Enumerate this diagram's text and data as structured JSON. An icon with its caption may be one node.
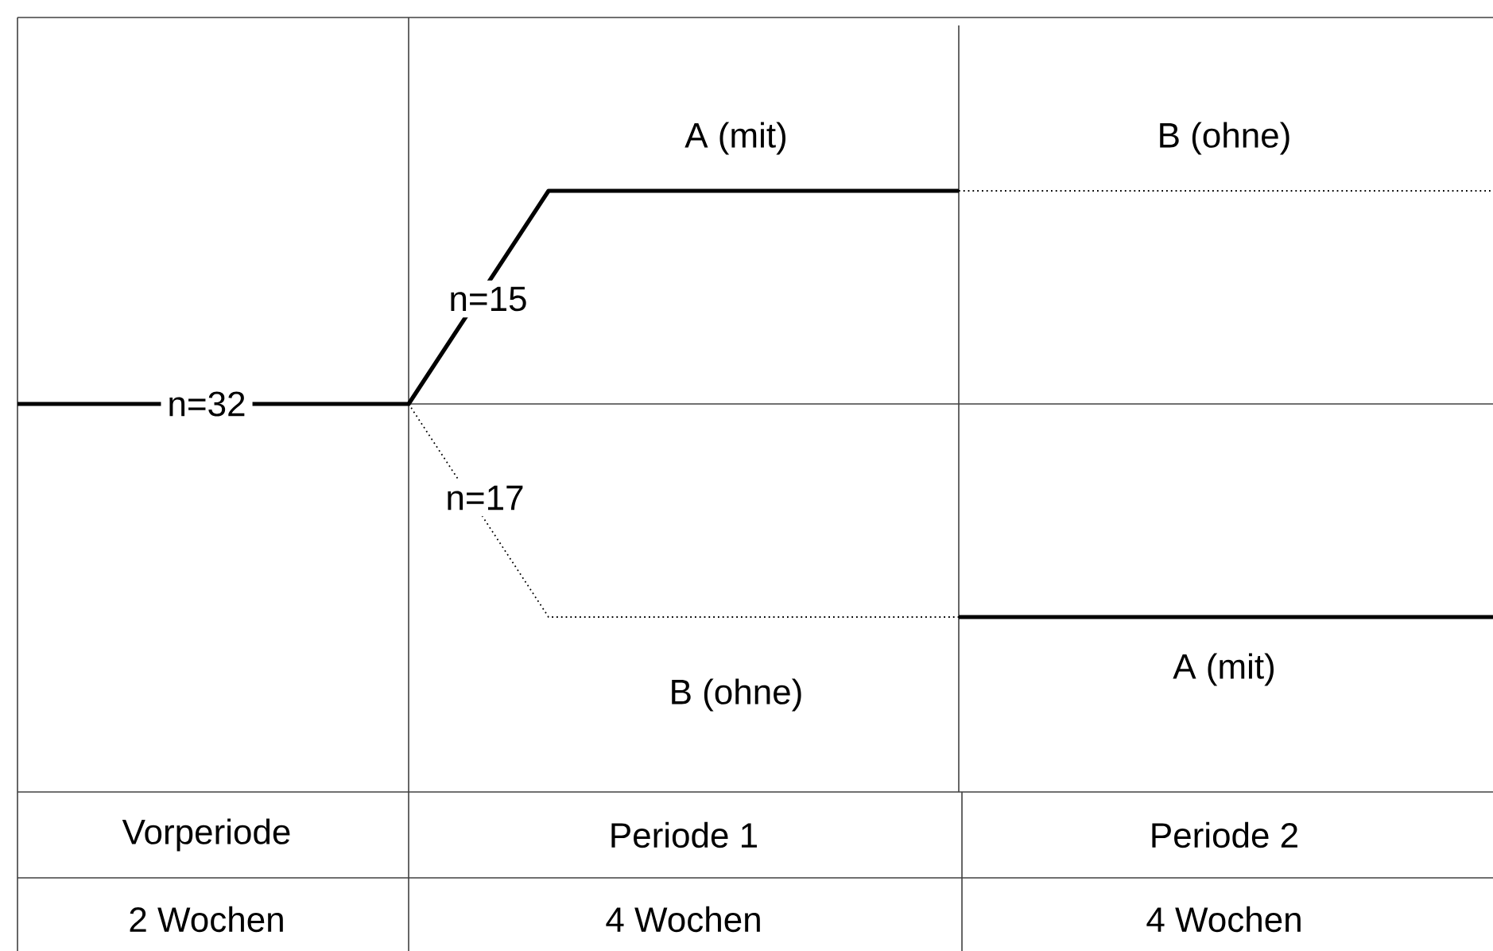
{
  "diagram": {
    "labels": [
      "A (mit)",
      "B (ohne)",
      "n=15",
      "n=32",
      "n=17",
      "B (ohne)",
      "A (mit)",
      "Vorperiode",
      "Periode 1",
      "Periode 2",
      "2 Wochen",
      "4 Wochen",
      "4 Wochen"
    ]
  }
}
